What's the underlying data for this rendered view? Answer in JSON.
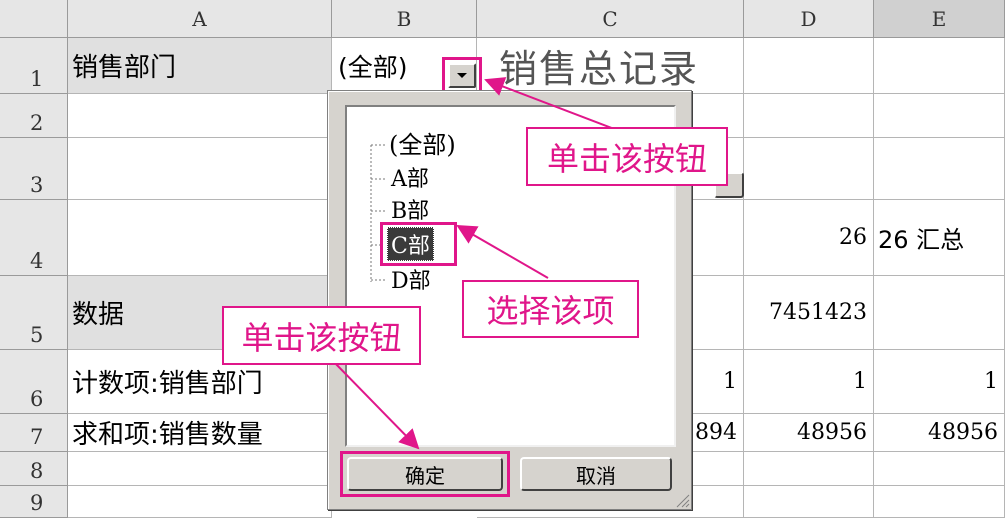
{
  "columns": [
    "A",
    "B",
    "C",
    "D",
    "E"
  ],
  "rows": [
    "1",
    "2",
    "3",
    "4",
    "5",
    "6",
    "7",
    "8",
    "9"
  ],
  "cells": {
    "a1": "销售部门",
    "b1": "(全部)",
    "c1": "销售总记录",
    "d4": "26",
    "e4": "26 汇总",
    "a5": "数据",
    "d5": "7451423",
    "a6": "计数项:销售部门",
    "c6": "1",
    "d6": "1",
    "e6": "1",
    "a7": "求和项:销售数量",
    "c7": "894",
    "d7": "48956",
    "e7": "48956"
  },
  "filter_popup": {
    "items": [
      "(全部)",
      "A部",
      "B部",
      "C部",
      "D部"
    ],
    "selected": "C部",
    "ok_label": "确定",
    "cancel_label": "取消"
  },
  "annotations": {
    "click_dropdown": "单击该按钮",
    "select_item": "选择该项",
    "click_ok": "单击该按钮"
  },
  "colors": {
    "annotation": "#e0168a",
    "header_bg": "#e6e6e6",
    "selected_bg": "#3a3a3a"
  }
}
